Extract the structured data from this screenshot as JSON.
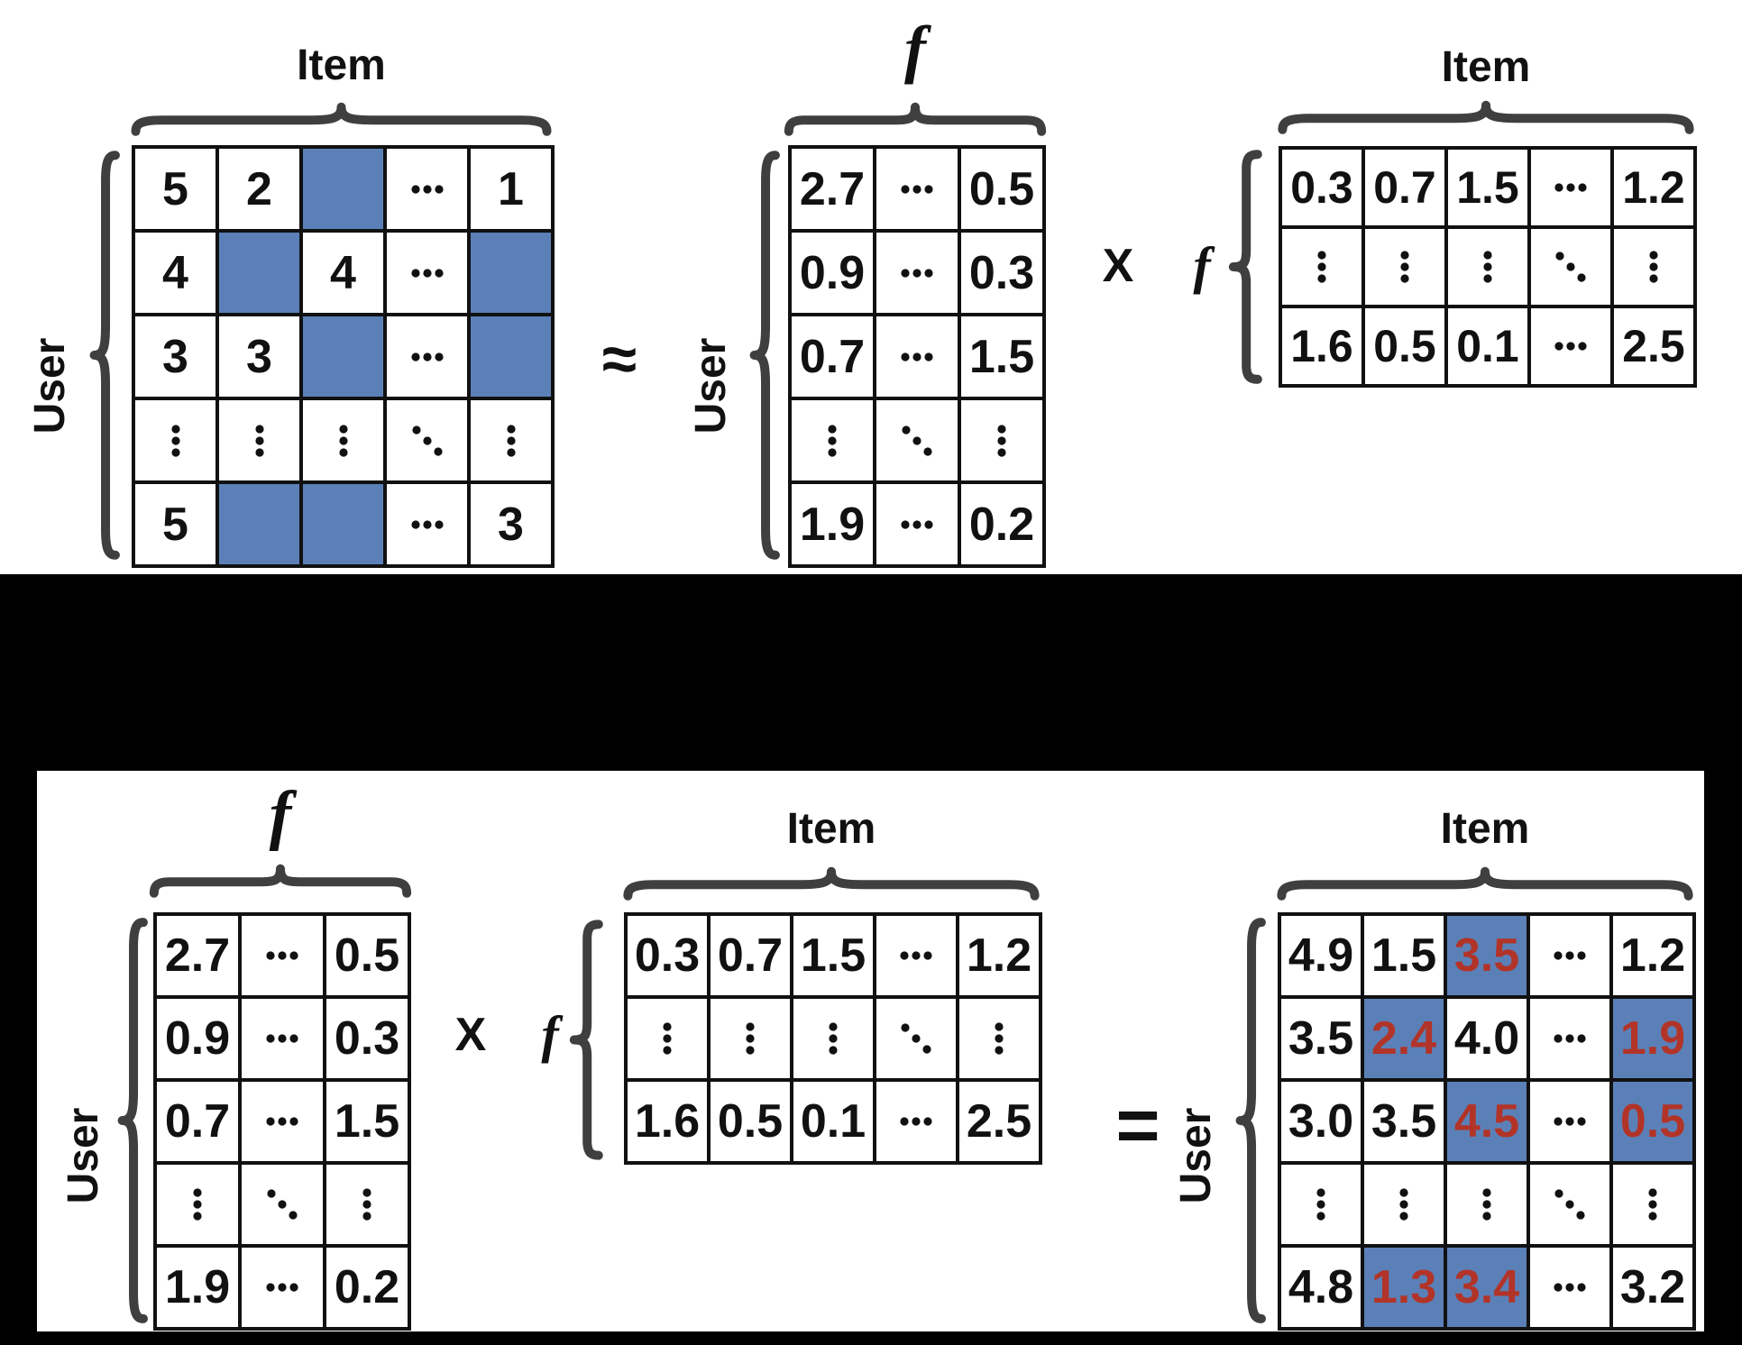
{
  "colors": {
    "background": "#000000",
    "panel": "#ffffff",
    "missing_cell_blue": "#5b80b7",
    "predicted_value_red": "#b23428",
    "grid_line": "#111111",
    "text": "#111111",
    "brace": "#3f3f3f"
  },
  "symbols": {
    "approx": "≈",
    "multiply": "X",
    "equals": "="
  },
  "matrices": [
    {
      "name": "top-user-item-ratings",
      "col_label": "Item",
      "row_label": "User",
      "rows": [
        [
          {
            "v": "5"
          },
          {
            "v": "2"
          },
          {
            "v": "",
            "missing": true
          },
          {
            "v": "⋯",
            "dots": "h"
          },
          {
            "v": "1"
          }
        ],
        [
          {
            "v": "4"
          },
          {
            "v": "",
            "missing": true
          },
          {
            "v": "4"
          },
          {
            "v": "⋯",
            "dots": "h"
          },
          {
            "v": "",
            "missing": true
          }
        ],
        [
          {
            "v": "3"
          },
          {
            "v": "3"
          },
          {
            "v": "",
            "missing": true
          },
          {
            "v": "⋯",
            "dots": "h"
          },
          {
            "v": "",
            "missing": true
          }
        ],
        [
          {
            "v": "⋮",
            "dots": "v"
          },
          {
            "v": "⋮",
            "dots": "v"
          },
          {
            "v": "⋮",
            "dots": "v"
          },
          {
            "v": "⋱",
            "dots": "d"
          },
          {
            "v": "⋮",
            "dots": "v"
          }
        ],
        [
          {
            "v": "5"
          },
          {
            "v": "",
            "missing": true
          },
          {
            "v": "",
            "missing": true
          },
          {
            "v": "⋯",
            "dots": "h"
          },
          {
            "v": "3"
          }
        ]
      ]
    },
    {
      "name": "top-user-factors",
      "col_label": "f",
      "row_label": "User",
      "rows": [
        [
          {
            "v": "2.7"
          },
          {
            "v": "⋯",
            "dots": "h"
          },
          {
            "v": "0.5"
          }
        ],
        [
          {
            "v": "0.9"
          },
          {
            "v": "⋯",
            "dots": "h"
          },
          {
            "v": "0.3"
          }
        ],
        [
          {
            "v": "0.7"
          },
          {
            "v": "⋯",
            "dots": "h"
          },
          {
            "v": "1.5"
          }
        ],
        [
          {
            "v": "⋮",
            "dots": "v"
          },
          {
            "v": "⋱",
            "dots": "d"
          },
          {
            "v": "⋮",
            "dots": "v"
          }
        ],
        [
          {
            "v": "1.9"
          },
          {
            "v": "⋯",
            "dots": "h"
          },
          {
            "v": "0.2"
          }
        ]
      ]
    },
    {
      "name": "top-item-factors",
      "col_label": "Item",
      "row_label": "f",
      "rows": [
        [
          {
            "v": "0.3"
          },
          {
            "v": "0.7"
          },
          {
            "v": "1.5"
          },
          {
            "v": "⋯",
            "dots": "h"
          },
          {
            "v": "1.2"
          }
        ],
        [
          {
            "v": "⋮",
            "dots": "v"
          },
          {
            "v": "⋮",
            "dots": "v"
          },
          {
            "v": "⋮",
            "dots": "v"
          },
          {
            "v": "⋱",
            "dots": "d"
          },
          {
            "v": "⋮",
            "dots": "v"
          }
        ],
        [
          {
            "v": "1.6"
          },
          {
            "v": "0.5"
          },
          {
            "v": "0.1"
          },
          {
            "v": "⋯",
            "dots": "h"
          },
          {
            "v": "2.5"
          }
        ]
      ]
    },
    {
      "name": "bottom-user-factors",
      "col_label": "f",
      "row_label": "User",
      "rows": [
        [
          {
            "v": "2.7"
          },
          {
            "v": "⋯",
            "dots": "h"
          },
          {
            "v": "0.5"
          }
        ],
        [
          {
            "v": "0.9"
          },
          {
            "v": "⋯",
            "dots": "h"
          },
          {
            "v": "0.3"
          }
        ],
        [
          {
            "v": "0.7"
          },
          {
            "v": "⋯",
            "dots": "h"
          },
          {
            "v": "1.5"
          }
        ],
        [
          {
            "v": "⋮",
            "dots": "v"
          },
          {
            "v": "⋱",
            "dots": "d"
          },
          {
            "v": "⋮",
            "dots": "v"
          }
        ],
        [
          {
            "v": "1.9"
          },
          {
            "v": "⋯",
            "dots": "h"
          },
          {
            "v": "0.2"
          }
        ]
      ]
    },
    {
      "name": "bottom-item-factors",
      "col_label": "Item",
      "row_label": "f",
      "rows": [
        [
          {
            "v": "0.3"
          },
          {
            "v": "0.7"
          },
          {
            "v": "1.5"
          },
          {
            "v": "⋯",
            "dots": "h"
          },
          {
            "v": "1.2"
          }
        ],
        [
          {
            "v": "⋮",
            "dots": "v"
          },
          {
            "v": "⋮",
            "dots": "v"
          },
          {
            "v": "⋮",
            "dots": "v"
          },
          {
            "v": "⋱",
            "dots": "d"
          },
          {
            "v": "⋮",
            "dots": "v"
          }
        ],
        [
          {
            "v": "1.6"
          },
          {
            "v": "0.5"
          },
          {
            "v": "0.1"
          },
          {
            "v": "⋯",
            "dots": "h"
          },
          {
            "v": "2.5"
          }
        ]
      ]
    },
    {
      "name": "bottom-predicted-ratings",
      "col_label": "Item",
      "row_label": "User",
      "rows": [
        [
          {
            "v": "4.9"
          },
          {
            "v": "1.5"
          },
          {
            "v": "3.5",
            "missing": true,
            "predicted": true
          },
          {
            "v": "⋯",
            "dots": "h"
          },
          {
            "v": "1.2"
          }
        ],
        [
          {
            "v": "3.5"
          },
          {
            "v": "2.4",
            "missing": true,
            "predicted": true
          },
          {
            "v": "4.0"
          },
          {
            "v": "⋯",
            "dots": "h"
          },
          {
            "v": "1.9",
            "missing": true,
            "predicted": true
          }
        ],
        [
          {
            "v": "3.0"
          },
          {
            "v": "3.5"
          },
          {
            "v": "4.5",
            "missing": true,
            "predicted": true
          },
          {
            "v": "⋯",
            "dots": "h"
          },
          {
            "v": "0.5",
            "missing": true,
            "predicted": true
          }
        ],
        [
          {
            "v": "⋮",
            "dots": "v"
          },
          {
            "v": "⋮",
            "dots": "v"
          },
          {
            "v": "⋮",
            "dots": "v"
          },
          {
            "v": "⋱",
            "dots": "d"
          },
          {
            "v": "⋮",
            "dots": "v"
          }
        ],
        [
          {
            "v": "4.8"
          },
          {
            "v": "1.3",
            "missing": true,
            "predicted": true
          },
          {
            "v": "3.4",
            "missing": true,
            "predicted": true
          },
          {
            "v": "⋯",
            "dots": "h"
          },
          {
            "v": "3.2"
          }
        ]
      ]
    }
  ]
}
